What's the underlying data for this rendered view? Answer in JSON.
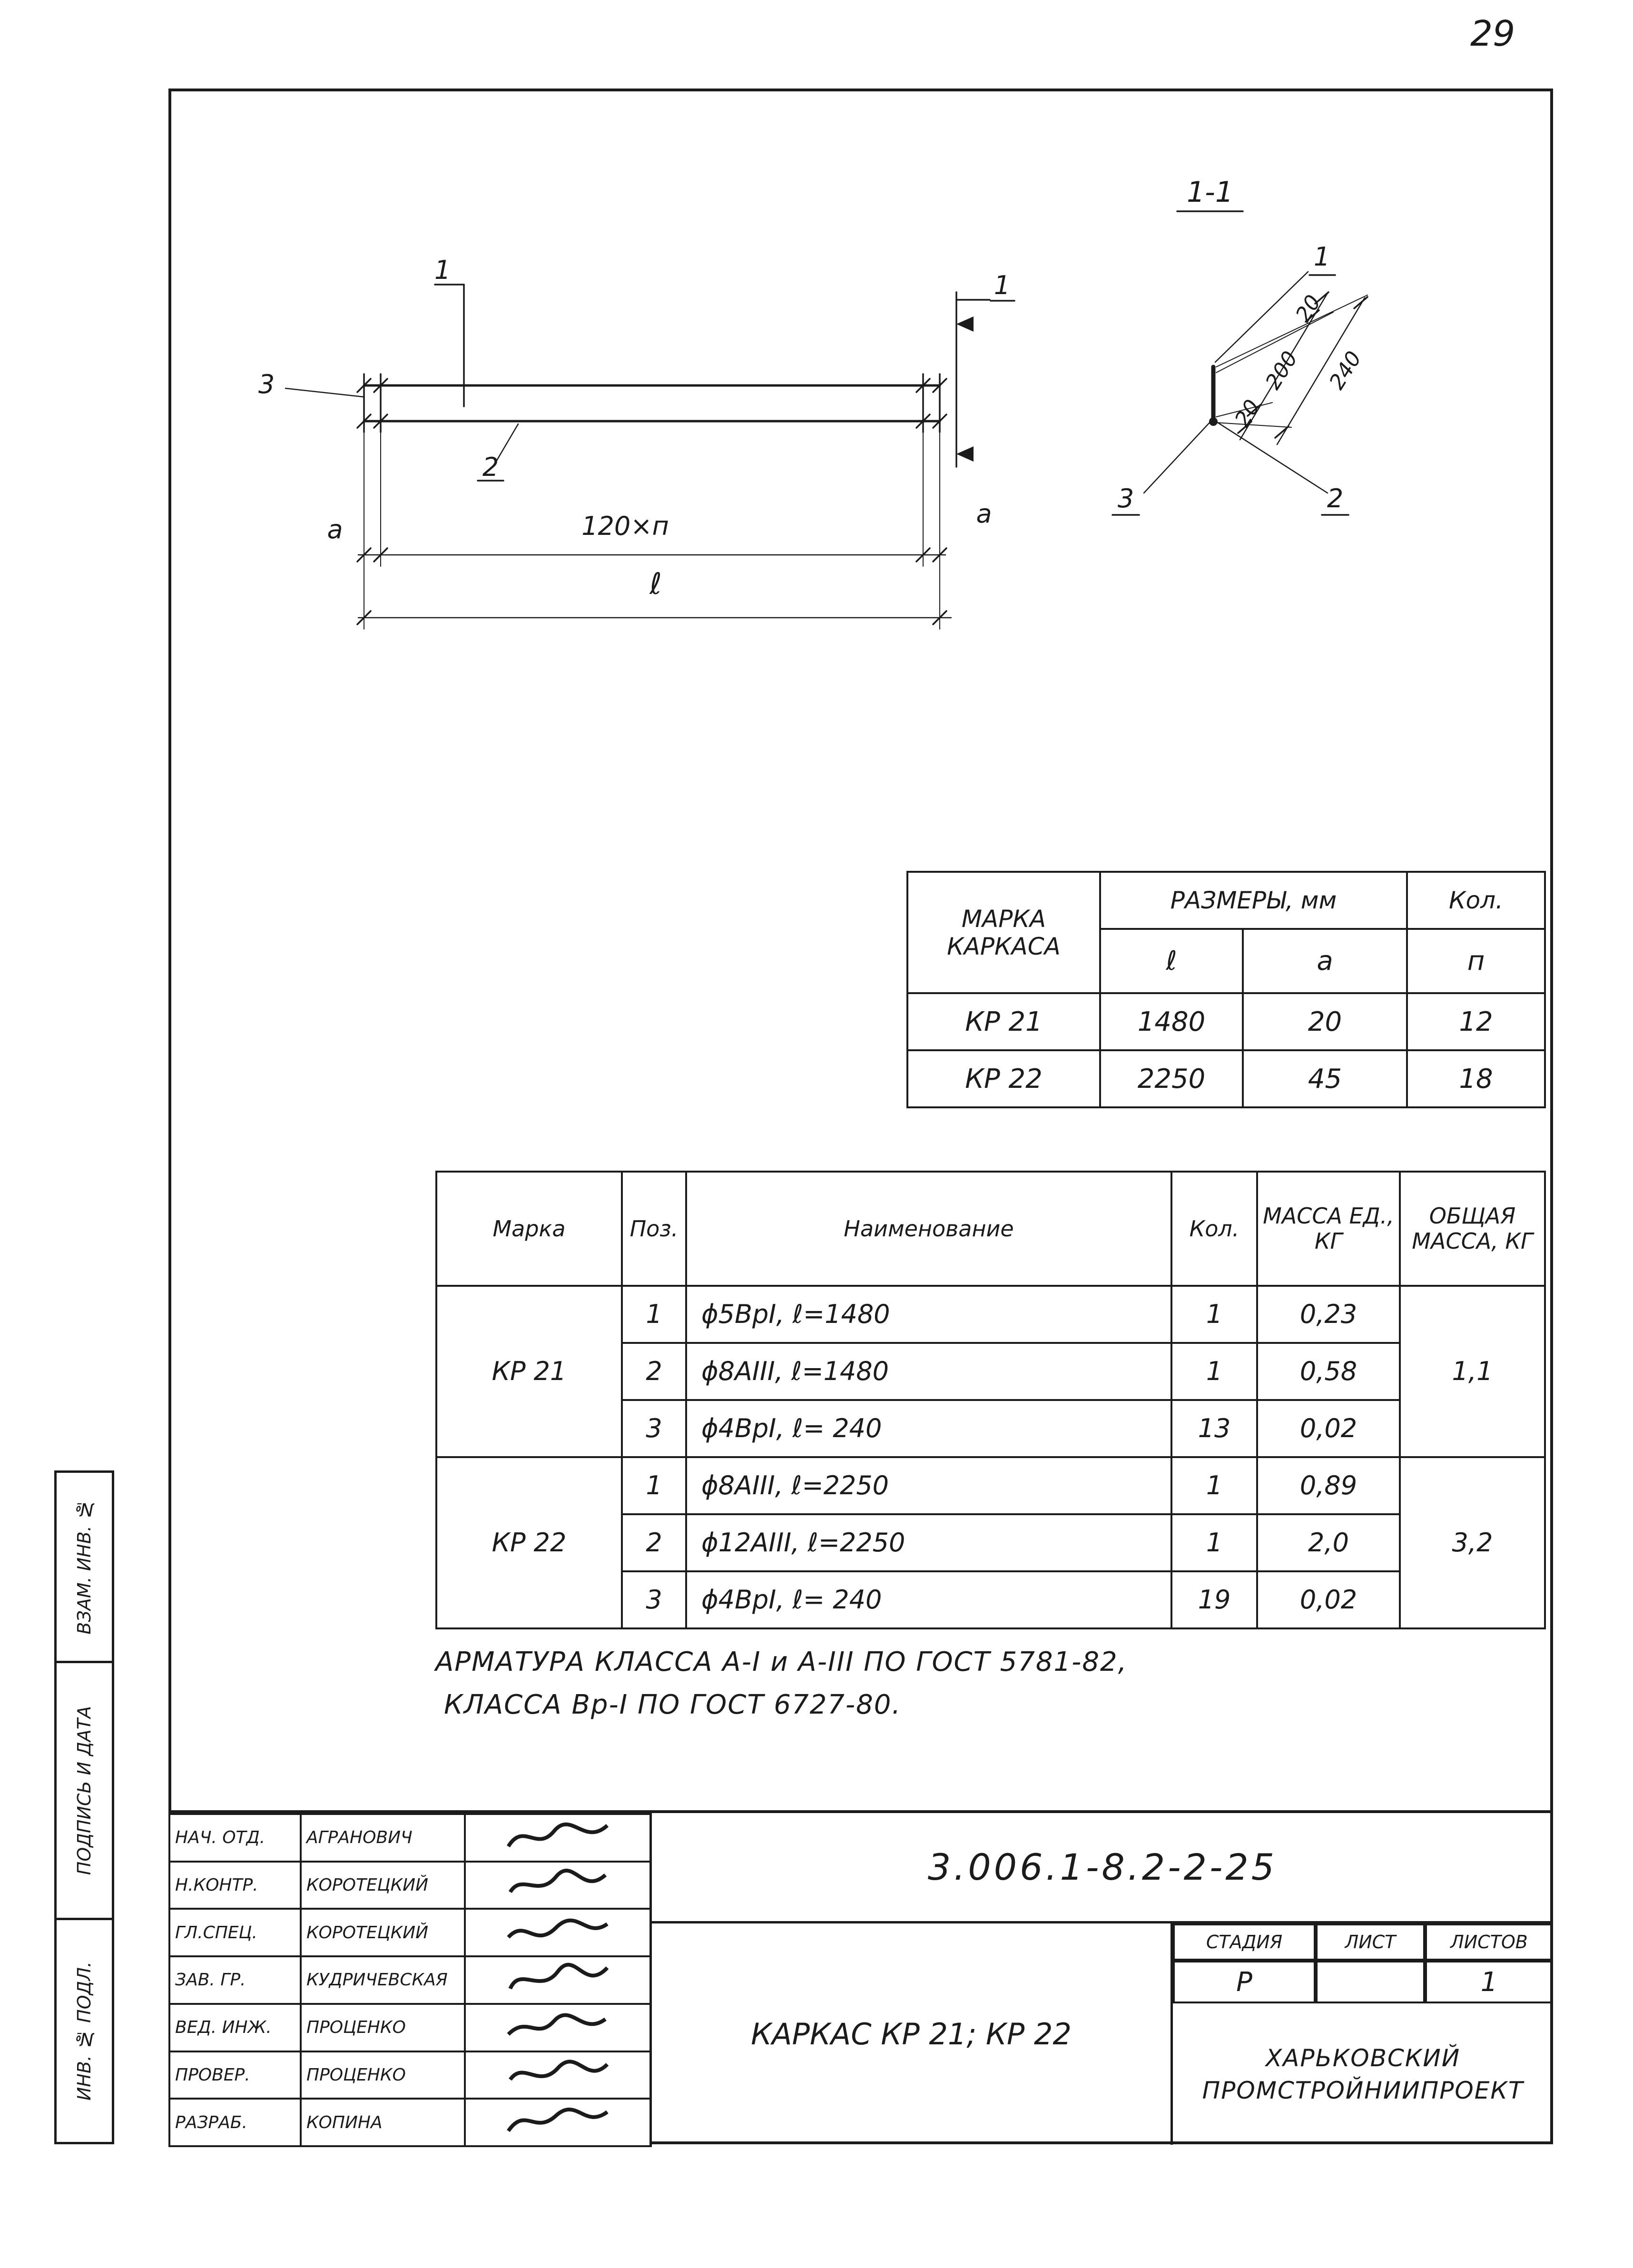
{
  "page": {
    "number": "29"
  },
  "plan_view": {
    "label_cut_left": "1",
    "label_cut_right": "1",
    "label_wire_2": "2",
    "label_wire_3": "3",
    "dim_a_left": "a",
    "dim_a_right": "a",
    "dim_panel": "120×п",
    "dim_length": "ℓ"
  },
  "section_view": {
    "title": "1-1",
    "label_1": "1",
    "label_2": "2",
    "label_3": "3",
    "dim_top": "20",
    "dim_mid": "200",
    "dim_bottom": "20",
    "dim_overall": "240"
  },
  "size_table": {
    "col_marka": "МАРКА КАРКАСА",
    "col_razmery": "РАЗМЕРЫ, мм",
    "col_l": "ℓ",
    "col_a": "а",
    "col_kol": "Кол.",
    "col_n": "п",
    "rows": [
      {
        "marka": "КР 21",
        "l": "1480",
        "a": "20",
        "n": "12"
      },
      {
        "marka": "КР 22",
        "l": "2250",
        "a": "45",
        "n": "18"
      }
    ]
  },
  "spec_table": {
    "col_marka": "Марка",
    "col_poz": "Поз.",
    "col_naim": "Наименование",
    "col_kol": "Кол.",
    "col_massa": "МАССА ЕД., КГ",
    "col_total": "ОБЩАЯ МАССА, КГ",
    "groups": [
      {
        "marka": "КР 21",
        "total": "1,1",
        "rows": [
          {
            "poz": "1",
            "naim": "ϕ5ВрI,  ℓ=1480",
            "kol": "1",
            "massa": "0,23"
          },
          {
            "poz": "2",
            "naim": "ϕ8АIII,  ℓ=1480",
            "kol": "1",
            "massa": "0,58"
          },
          {
            "poz": "3",
            "naim": "ϕ4ВрI,  ℓ= 240",
            "kol": "13",
            "massa": "0,02"
          }
        ]
      },
      {
        "marka": "КР 22",
        "total": "3,2",
        "rows": [
          {
            "poz": "1",
            "naim": "ϕ8АIII,  ℓ=2250",
            "kol": "1",
            "massa": "0,89"
          },
          {
            "poz": "2",
            "naim": "ϕ12АIII,  ℓ=2250",
            "kol": "1",
            "massa": "2,0"
          },
          {
            "poz": "3",
            "naim": "ϕ4ВрI,  ℓ= 240",
            "kol": "19",
            "massa": "0,02"
          }
        ]
      }
    ]
  },
  "note": {
    "line1": "АРМАТУРА КЛАССА А-I и А-III ПО ГОСТ 5781-82,",
    "line2": "КЛАССА Вр-I ПО ГОСТ 6727-80."
  },
  "title_block": {
    "doc_number": "3.006.1-8.2-2-25",
    "title": "КАРКАС КР 21; КР 22",
    "stage_label": "СТАДИЯ",
    "sheet_label": "ЛИСТ",
    "sheets_label": "ЛИСТОВ",
    "stage_value": "Р",
    "sheet_value": "",
    "sheets_value": "1",
    "org_line1": "ХАРЬКОВСКИЙ",
    "org_line2": "ПРОМСТРОЙНИИПРОЕКТ",
    "roles": [
      {
        "role": "НАЧ. ОТД.",
        "name": "АГРАНОВИЧ"
      },
      {
        "role": "Н.КОНТР.",
        "name": "КОРОТЕЦКИЙ"
      },
      {
        "role": "ГЛ.СПЕЦ.",
        "name": "КОРОТЕЦКИЙ"
      },
      {
        "role": "ЗАВ. ГР.",
        "name": "КУДРИЧЕВСКАЯ"
      },
      {
        "role": "ВЕД. ИНЖ.",
        "name": "ПРОЦЕНКО"
      },
      {
        "role": "ПРОВЕР.",
        "name": "ПРОЦЕНКО"
      },
      {
        "role": "РАЗРАБ.",
        "name": "КОПИНА"
      }
    ]
  },
  "side_strip": {
    "items": [
      "ВЗАМ. ИНВ. №",
      "ПОДПИСЬ И ДАТА",
      "ИНВ. № ПОДЛ."
    ]
  }
}
